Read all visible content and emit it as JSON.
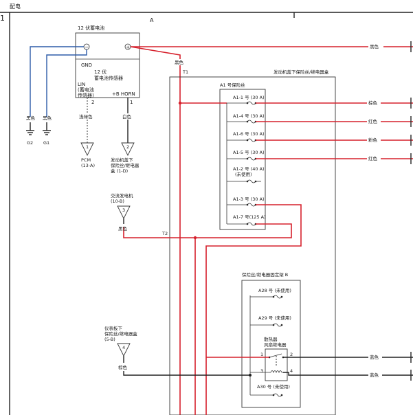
{
  "header": {
    "title": "配电",
    "page_marker": "1",
    "section": "A"
  },
  "battery": {
    "title": "12 伏蓄电池",
    "neg_symbol": "−",
    "pos_symbol": "+",
    "gnd_label": "GND",
    "sensor_line1": "12 伏",
    "sensor_line2": "蓄电池传感器",
    "lin_line1": "LIN",
    "lin_line2": "(蓄电池",
    "lin_line3": "传感器)",
    "horn_label": "+B HORN",
    "pin2": "2",
    "pin1": "1"
  },
  "wires": {
    "g2_color": "黑色",
    "g1_color": "黑色",
    "g2": "G2",
    "g1": "G1",
    "pin2_color": "浅绿色",
    "pin1_color": "白色",
    "main_black": "黑色",
    "top_right": "黑色",
    "t1": "T1",
    "t2": "T2",
    "alt_color": "黑色",
    "relay_color": "棕色",
    "out1": "棕色",
    "out2": "红色",
    "out3": "粉色",
    "out4": "红色",
    "relay_out1": "蓝色",
    "relay_out2": "蓝色"
  },
  "connectors": {
    "pcm_num": "1",
    "pcm_line1": "PCM",
    "pcm_line2": "(13-A)",
    "hood_num": "2",
    "hood_line1": "发动机盖下",
    "hood_line2": "保险丝/继电器",
    "hood_line3": "盒 (1-D)",
    "alt_num": "3",
    "alt_line1": "交流发电机",
    "alt_line2": "(10-B)",
    "dash_num": "4",
    "dash_line1": "仪表板下",
    "dash_line2": "保险丝/继电器盒",
    "dash_line3": "(5-B)"
  },
  "underhood_box": {
    "title": "发动机盖下保险丝/继电器盒",
    "fuse_group": "A1 号保险丝",
    "fuses": [
      "A1-1 号 (30 A)",
      "A1-4 号 (30 A)",
      "A1-6 号 (30 A)",
      "A1-5 号 (30 A)",
      "A1-2 号 (40 A)",
      "(未使用)",
      "A1-3 号 (30 A)",
      "A1-7 号(125 A)"
    ]
  },
  "relay_holder": {
    "title": "保险丝/继电器固定架 B",
    "a28": "A28 号 (未使用)",
    "a29": "A29 号 (未使用)",
    "relay_line1": "散热器",
    "relay_line2": "风扇继电器",
    "p1": "1",
    "p2": "2",
    "p3": "3",
    "p4": "4",
    "a30": "A30 号 (未使用)"
  }
}
